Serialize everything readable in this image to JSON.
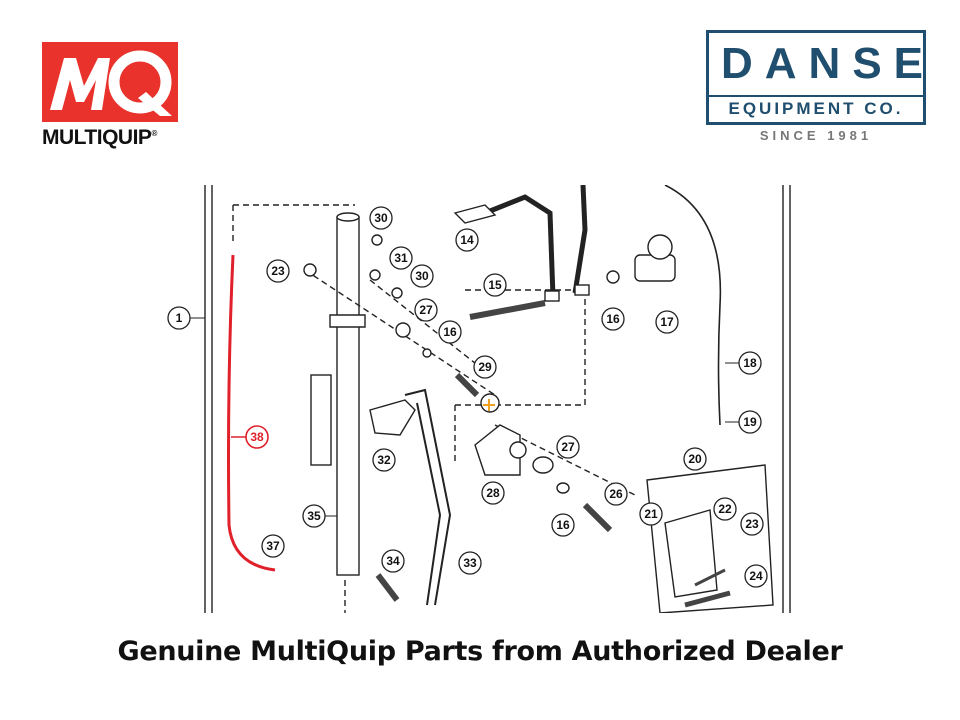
{
  "brand": {
    "logo_letters": "MQ",
    "name": "MULTIQUIP",
    "registered_mark": "®",
    "color": "#e8322b"
  },
  "dealer": {
    "name": "DANSE",
    "subtitle": "EQUIPMENT CO.",
    "since": "SINCE 1981",
    "color": "#1f4e6e"
  },
  "diagram": {
    "callouts": [
      "1",
      "14",
      "15",
      "16",
      "16",
      "16",
      "17",
      "18",
      "19",
      "20",
      "21",
      "22",
      "23",
      "23",
      "24",
      "26",
      "27",
      "27",
      "28",
      "29",
      "30",
      "30",
      "31",
      "32",
      "33",
      "34",
      "35",
      "37",
      "38"
    ],
    "highlighted_callout": "38",
    "highlight_color": "#e0202a",
    "marker_color": "#f0a020"
  },
  "caption": "Genuine MultiQuip Parts from Authorized Dealer"
}
